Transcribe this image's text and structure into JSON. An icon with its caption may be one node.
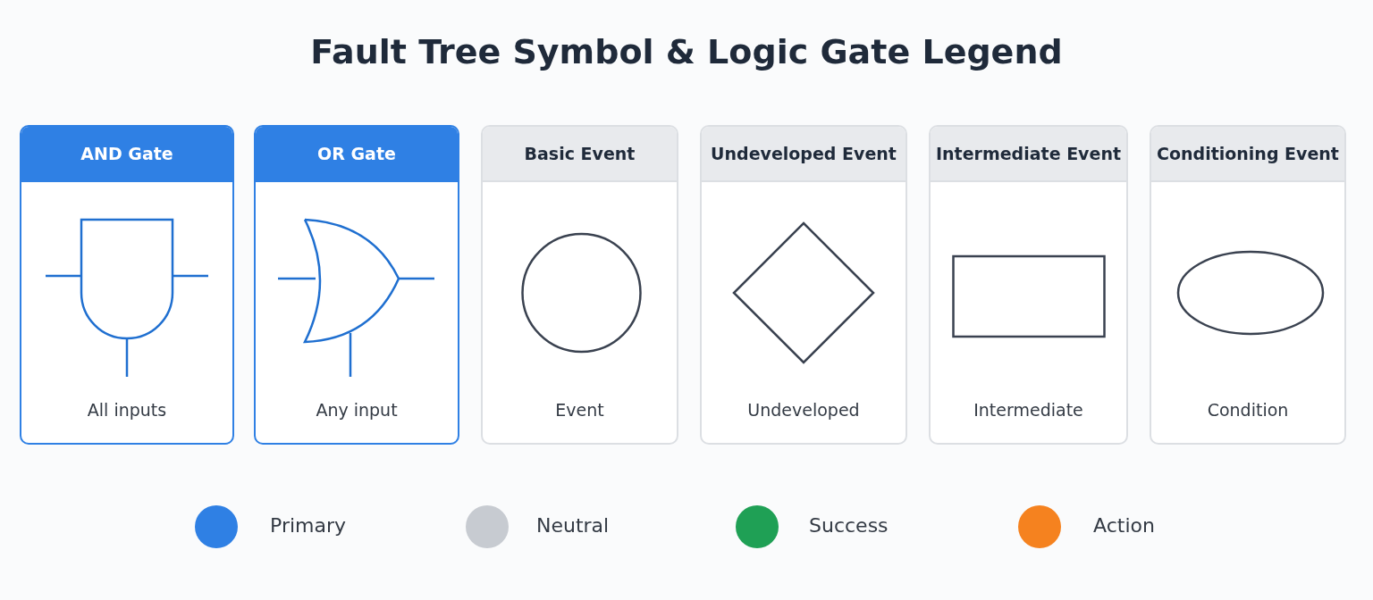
{
  "diagram": {
    "title": "Fault Tree Symbol & Logic Gate Legend",
    "nodes": [
      {
        "text": [
          "AND Gate",
          "All inputs"
        ]
      },
      {
        "text": [
          "OR Gate",
          "Any input"
        ]
      },
      {
        "text": [
          "Basic Event",
          "Event"
        ]
      },
      {
        "text": [
          "Undeveloped Event",
          "Undeveloped"
        ]
      },
      {
        "text": [
          "Intermediate Event",
          "Intermediate"
        ]
      },
      {
        "text": [
          "Conditioning Event",
          "Condition"
        ]
      }
    ],
    "legend": [
      {
        "text": "Primary",
        "color": "#2f80e4"
      },
      {
        "text": "Neutral",
        "color": "#c7cbd1"
      },
      {
        "text": "Success",
        "color": "#1fa055"
      },
      {
        "text": "Action",
        "color": "#f5821f"
      }
    ]
  }
}
